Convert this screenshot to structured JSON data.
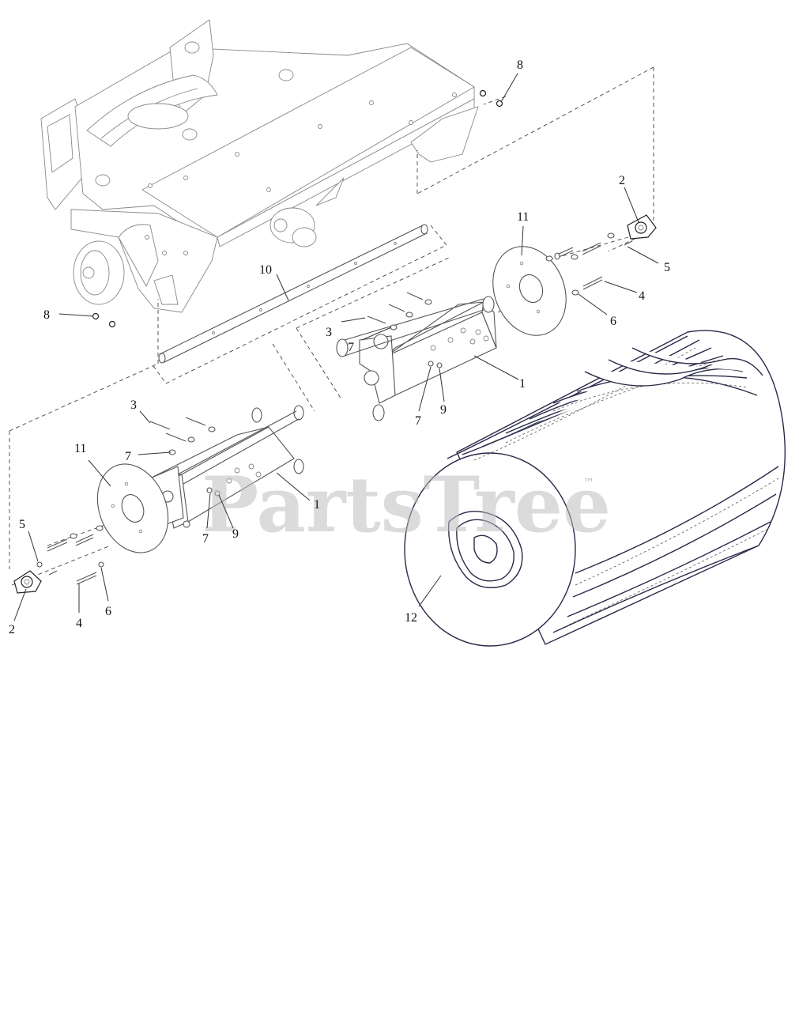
{
  "watermark": {
    "text": "PartsTree",
    "trademark": "™"
  },
  "callouts": [
    {
      "id": "c-8-top",
      "label": "8"
    },
    {
      "id": "c-8-left",
      "label": "8"
    },
    {
      "id": "c-2-right",
      "label": "2"
    },
    {
      "id": "c-11-right",
      "label": "11"
    },
    {
      "id": "c-5-right",
      "label": "5"
    },
    {
      "id": "c-10",
      "label": "10"
    },
    {
      "id": "c-4-right",
      "label": "4"
    },
    {
      "id": "c-6-right",
      "label": "6"
    },
    {
      "id": "c-3-right",
      "label": "3"
    },
    {
      "id": "c-7-right-a",
      "label": "7"
    },
    {
      "id": "c-1-right",
      "label": "1"
    },
    {
      "id": "c-7-right-b",
      "label": "7"
    },
    {
      "id": "c-9-right",
      "label": "9"
    },
    {
      "id": "c-3-left",
      "label": "3"
    },
    {
      "id": "c-11-left",
      "label": "11"
    },
    {
      "id": "c-7-left-a",
      "label": "7"
    },
    {
      "id": "c-1-left",
      "label": "1"
    },
    {
      "id": "c-7-left-b",
      "label": "7"
    },
    {
      "id": "c-9-left",
      "label": "9"
    },
    {
      "id": "c-5-left",
      "label": "5"
    },
    {
      "id": "c-2-left",
      "label": "2"
    },
    {
      "id": "c-4-left",
      "label": "4"
    },
    {
      "id": "c-6-left",
      "label": "6"
    },
    {
      "id": "c-12",
      "label": "12"
    }
  ]
}
